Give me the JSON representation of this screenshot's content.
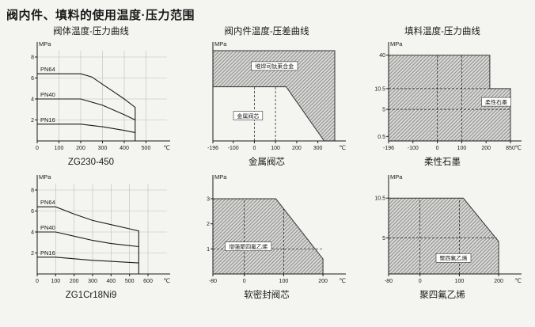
{
  "page_title": "阀内件、填料的使用温度·压力范围",
  "units": {
    "pressure": "MPa",
    "temperature": "℃"
  },
  "colors": {
    "ink": "#1a1a1a",
    "grid": "#bdbdbd",
    "hatch_bg": "#d8d8d6",
    "hatch_line": "#8f8f8d",
    "page_bg": "#f4f4f1"
  },
  "chart_data": [
    {
      "type": "line",
      "title": "阀体温度-压力曲线",
      "caption": "ZG230-450",
      "y_unit": "MPa",
      "x_unit": "℃",
      "grid": true,
      "x_ticks": [
        0,
        100,
        200,
        300,
        400,
        500
      ],
      "y_ticks": [
        2,
        4,
        6,
        8
      ],
      "x_map": [
        [
          0,
          0
        ],
        [
          560,
          1
        ]
      ],
      "y_map": [
        [
          0,
          0
        ],
        [
          8.6,
          1
        ]
      ],
      "series": [
        {
          "name": "PN64",
          "values": [
            [
              0,
              6.4
            ],
            [
              200,
              6.4
            ],
            [
              250,
              6.1
            ],
            [
              300,
              5.4
            ],
            [
              350,
              4.7
            ],
            [
              400,
              4.0
            ],
            [
              450,
              3.2
            ],
            [
              450,
              0
            ]
          ]
        },
        {
          "name": "PN40",
          "values": [
            [
              0,
              4.0
            ],
            [
              200,
              4.0
            ],
            [
              300,
              3.4
            ],
            [
              400,
              2.5
            ],
            [
              450,
              2.0
            ]
          ]
        },
        {
          "name": "PN16",
          "values": [
            [
              0,
              1.6
            ],
            [
              200,
              1.6
            ],
            [
              300,
              1.35
            ],
            [
              400,
              1.0
            ],
            [
              450,
              0.8
            ]
          ]
        }
      ],
      "guides": []
    },
    {
      "type": "area",
      "title": "阀内件温度-压差曲线",
      "caption": "金属阀芯",
      "y_unit": "MPa",
      "x_unit": "℃",
      "grid": false,
      "x_ticks": [
        -196,
        -100,
        0,
        100,
        200,
        300
      ],
      "y_ticks": [],
      "x_map": [
        [
          -196,
          0
        ],
        [
          380,
          1
        ]
      ],
      "y_map": [
        [
          0,
          0
        ],
        [
          10,
          1
        ]
      ],
      "regions": [
        {
          "label": "堆焊司钛莱合金",
          "fill": "hatch",
          "points": [
            [
              -196,
              6
            ],
            [
              150,
              6
            ],
            [
              330,
              0
            ],
            [
              380,
              0
            ],
            [
              380,
              10
            ],
            [
              -196,
              10
            ]
          ]
        }
      ],
      "labels": [
        {
          "text": "堆焊司钛莱合金",
          "x": 95,
          "y": 8.3,
          "chip": true
        },
        {
          "text": "金属阀芯",
          "x": -30,
          "y": 2.8,
          "chip": true
        }
      ],
      "guides": [
        {
          "dir": "v",
          "at": 0,
          "from": 0,
          "to": 6
        },
        {
          "dir": "v",
          "at": 100,
          "from": 0,
          "to": 6
        }
      ]
    },
    {
      "type": "area",
      "title": "填料温度-压力曲线",
      "caption": "柔性石墨",
      "y_unit": "MPa",
      "x_unit": "℃",
      "grid": false,
      "x_ticks": [
        -196,
        -100,
        0,
        100,
        200,
        850
      ],
      "y_ticks": [
        0.5,
        5,
        10.5,
        40
      ],
      "x_map": [
        [
          -196,
          0
        ],
        [
          -100,
          0.2
        ],
        [
          0,
          0.4
        ],
        [
          100,
          0.6
        ],
        [
          200,
          0.8
        ],
        [
          850,
          1
        ]
      ],
      "y_map": [
        [
          0,
          0
        ],
        [
          0.5,
          0.05
        ],
        [
          5,
          0.35
        ],
        [
          10.5,
          0.58
        ],
        [
          40,
          0.95
        ]
      ],
      "regions": [
        {
          "label": "柔性石墨",
          "fill": "hatch",
          "points": [
            [
              -196,
              0
            ],
            [
              -196,
              40
            ],
            [
              300,
              40
            ],
            [
              300,
              10.5
            ],
            [
              850,
              10.5
            ],
            [
              850,
              0
            ]
          ]
        }
      ],
      "labels": [
        {
          "text": "柔性石墨",
          "x": 470,
          "y": 7,
          "chip": true
        }
      ],
      "guides": [
        {
          "dir": "v",
          "at": 0,
          "from": 0,
          "to": 40
        },
        {
          "dir": "v",
          "at": 100,
          "from": 0,
          "to": 40
        },
        {
          "dir": "h",
          "at": 10.5,
          "from": -196,
          "to": 300
        },
        {
          "dir": "h",
          "at": 5,
          "from": -196,
          "to": 850
        }
      ]
    },
    {
      "type": "line",
      "title": "",
      "caption": "ZG1Cr18Ni9",
      "y_unit": "MPa",
      "x_unit": "℃",
      "grid": true,
      "x_ticks": [
        0,
        100,
        200,
        300,
        400,
        500,
        600
      ],
      "y_ticks": [
        2,
        4,
        6,
        8
      ],
      "x_map": [
        [
          0,
          0
        ],
        [
          660,
          1
        ]
      ],
      "y_map": [
        [
          0,
          0
        ],
        [
          8.6,
          1
        ]
      ],
      "series": [
        {
          "name": "PN64",
          "values": [
            [
              0,
              6.4
            ],
            [
              100,
              6.4
            ],
            [
              200,
              5.7
            ],
            [
              300,
              5.1
            ],
            [
              400,
              4.7
            ],
            [
              500,
              4.3
            ],
            [
              550,
              4.1
            ],
            [
              550,
              0
            ]
          ]
        },
        {
          "name": "PN40",
          "values": [
            [
              0,
              4.0
            ],
            [
              100,
              4.0
            ],
            [
              200,
              3.6
            ],
            [
              300,
              3.2
            ],
            [
              400,
              2.9
            ],
            [
              500,
              2.7
            ],
            [
              550,
              2.6
            ]
          ]
        },
        {
          "name": "PN16",
          "values": [
            [
              0,
              1.6
            ],
            [
              100,
              1.6
            ],
            [
              200,
              1.45
            ],
            [
              300,
              1.3
            ],
            [
              400,
              1.2
            ],
            [
              500,
              1.1
            ],
            [
              550,
              1.05
            ]
          ]
        }
      ],
      "guides": []
    },
    {
      "type": "area",
      "title": "",
      "caption": "软密封阀芯",
      "y_unit": "MPa",
      "x_unit": "℃",
      "grid": false,
      "x_ticks": [
        -80,
        0,
        100,
        200
      ],
      "y_ticks": [
        1,
        2,
        3
      ],
      "x_map": [
        [
          -80,
          0
        ],
        [
          230,
          1
        ]
      ],
      "y_map": [
        [
          0,
          0
        ],
        [
          3.6,
          1
        ]
      ],
      "regions": [
        {
          "label": "增强聚四氟乙烯",
          "fill": "hatch",
          "points": [
            [
              -80,
              0
            ],
            [
              -80,
              3
            ],
            [
              80,
              3
            ],
            [
              200,
              0.6
            ],
            [
              200,
              0
            ]
          ]
        }
      ],
      "labels": [
        {
          "text": "增强聚四氟乙烯",
          "x": 10,
          "y": 1.1,
          "chip": true
        }
      ],
      "guides": [
        {
          "dir": "v",
          "at": 0,
          "from": 0,
          "to": 3
        },
        {
          "dir": "v",
          "at": 100,
          "from": 0,
          "to": 2.6
        },
        {
          "dir": "h",
          "at": 1,
          "from": -80,
          "to": 200
        }
      ]
    },
    {
      "type": "area",
      "title": "",
      "caption": "聚四氟乙烯",
      "y_unit": "MPa",
      "x_unit": "℃",
      "grid": false,
      "x_ticks": [
        -80,
        0,
        100,
        200
      ],
      "y_ticks": [
        5,
        10.5
      ],
      "x_map": [
        [
          -80,
          0
        ],
        [
          230,
          1
        ]
      ],
      "y_map": [
        [
          0,
          0
        ],
        [
          12.5,
          1
        ]
      ],
      "regions": [
        {
          "label": "聚四氟乙烯",
          "fill": "hatch",
          "points": [
            [
              -80,
              0
            ],
            [
              -80,
              10.5
            ],
            [
              110,
              10.5
            ],
            [
              200,
              4.5
            ],
            [
              200,
              0
            ]
          ]
        }
      ],
      "labels": [
        {
          "text": "聚四氟乙烯",
          "x": 85,
          "y": 2.2,
          "chip": true
        }
      ],
      "guides": [
        {
          "dir": "v",
          "at": 0,
          "from": 0,
          "to": 10.5
        },
        {
          "dir": "v",
          "at": 100,
          "from": 0,
          "to": 10.5
        },
        {
          "dir": "h",
          "at": 5,
          "from": -80,
          "to": 195
        }
      ]
    }
  ]
}
